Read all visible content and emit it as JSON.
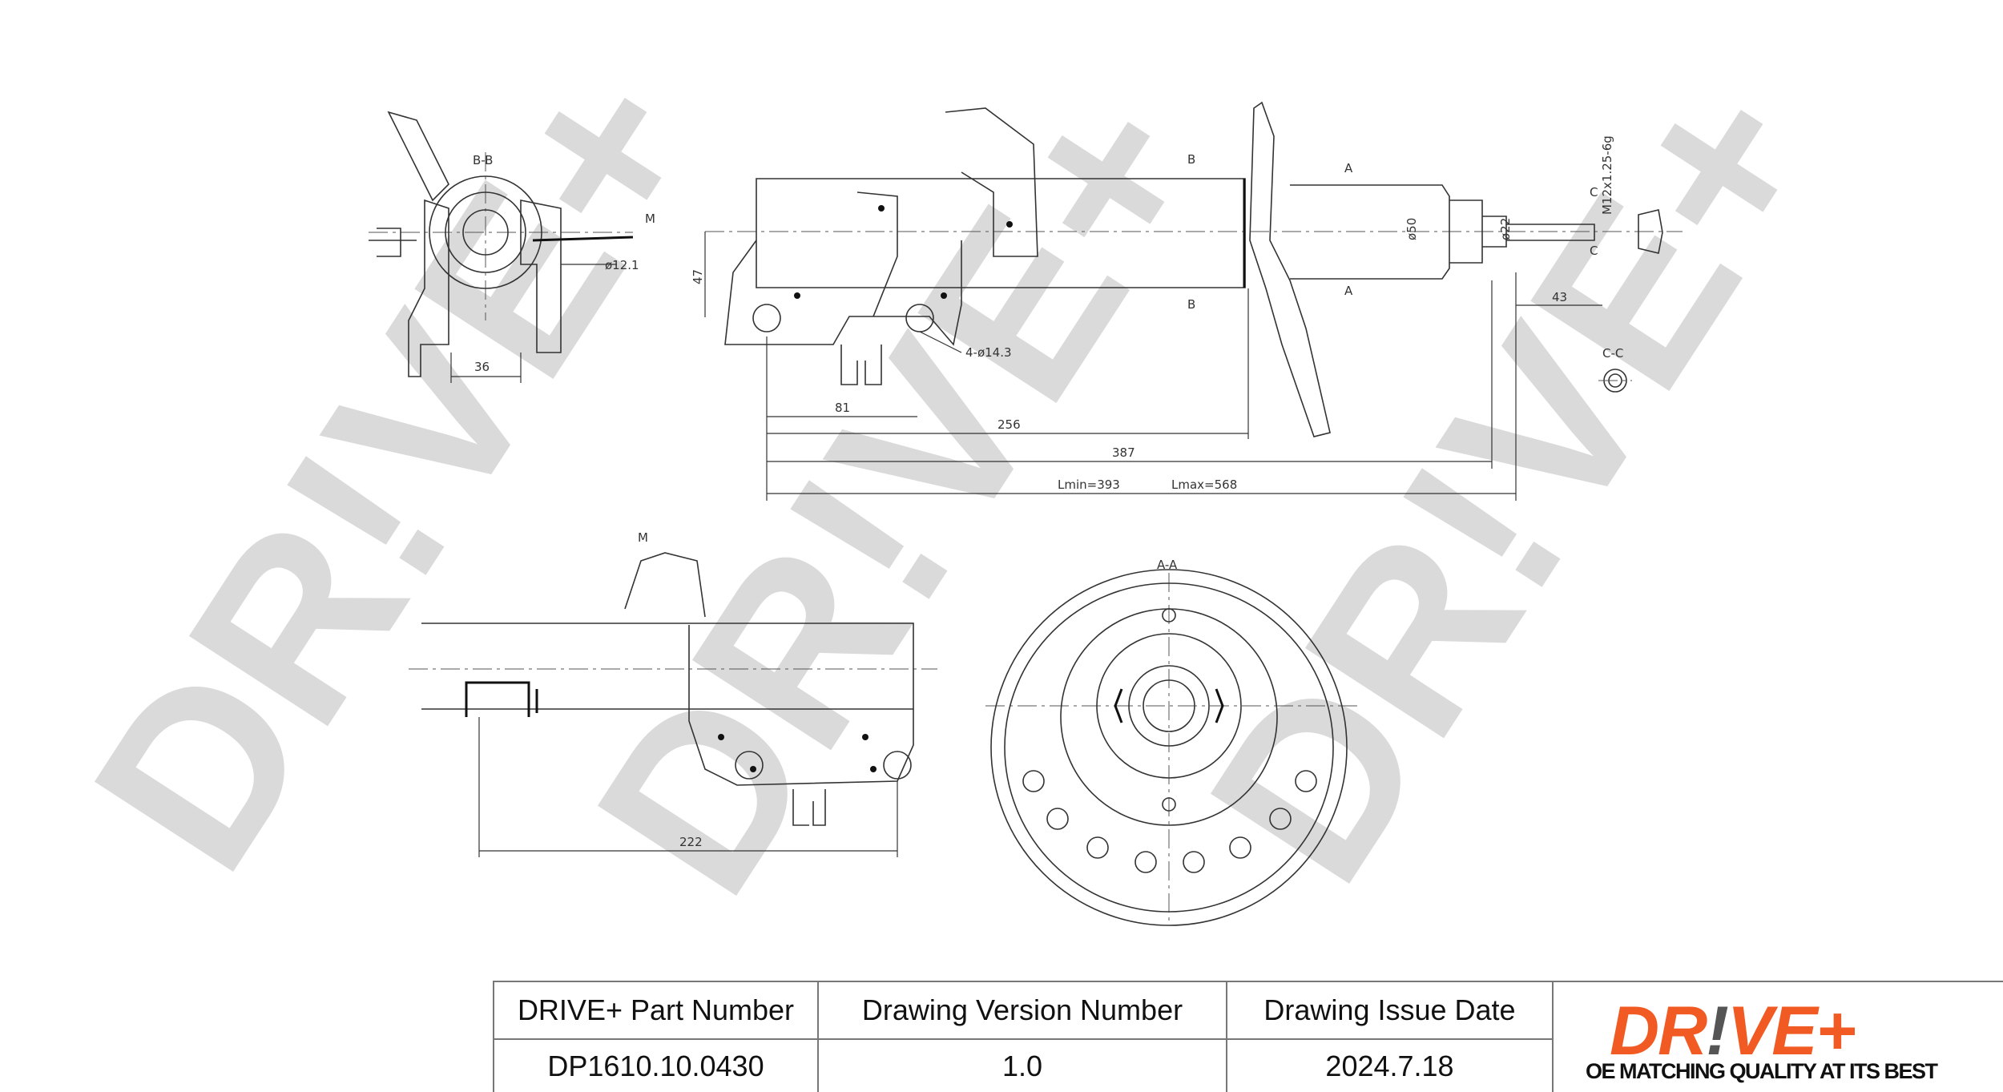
{
  "watermark": "DR!VE+",
  "views": {
    "section_bb": "B-B",
    "section_aa": "A-A",
    "section_cc": "C-C",
    "marker_m_top": "M",
    "marker_m_bottom": "M",
    "marker_b_top": "B",
    "marker_b_bottom": "B",
    "marker_a_top": "A",
    "marker_a_bottom": "A",
    "marker_c_top": "C",
    "marker_c_bottom": "C"
  },
  "dimensions": {
    "hole_dia_bb": "ø12.1",
    "width_bb": "36",
    "height_47": "47",
    "holes": "4-ø14.3",
    "d81": "81",
    "d256": "256",
    "d387": "387",
    "lmin": "Lmin=393",
    "lmax": "Lmax=568",
    "dia50": "ø50",
    "dia22": "ø22",
    "thread": "M12x1.25-6g",
    "d43": "43",
    "d222": "222"
  },
  "title_block": {
    "part_number_label": "DRIVE+ Part Number",
    "version_label": "Drawing Version Number",
    "date_label": "Drawing Issue Date",
    "part_number": "DP1610.10.0430",
    "version": "1.0",
    "date": "2024.7.18",
    "logo_text_a": "DR",
    "logo_text_bang": "!",
    "logo_text_b": "VE+",
    "tagline": "OE MATCHING QUALITY AT ITS BEST"
  },
  "colors": {
    "brand": "#f15a22",
    "watermark": "#d4d4d4"
  }
}
